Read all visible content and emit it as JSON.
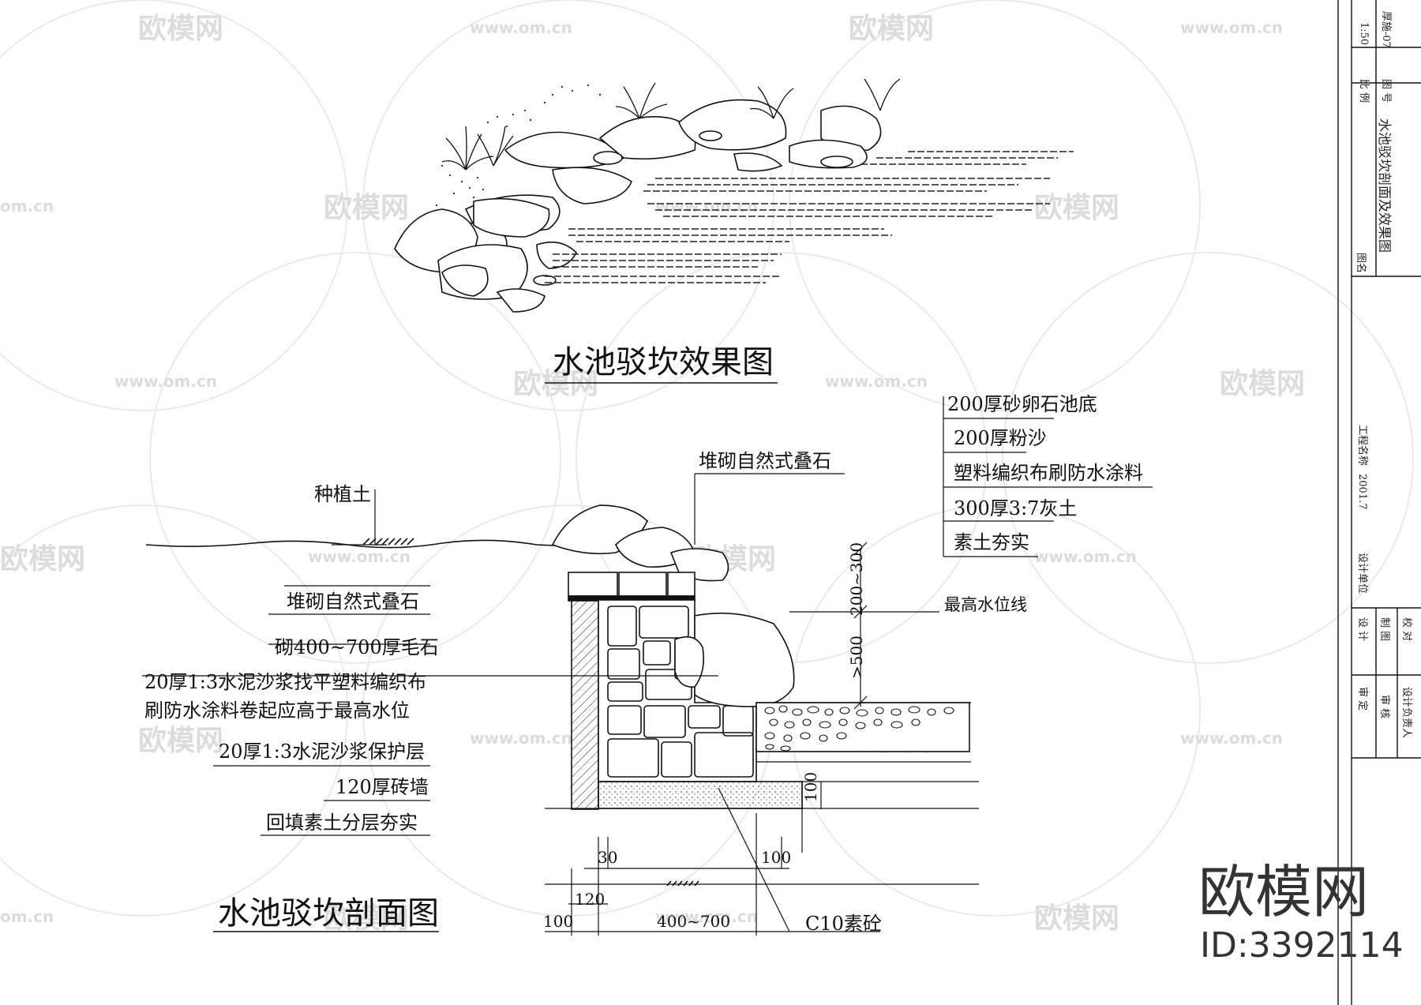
{
  "titles": {
    "effect_view": "水池驳坎效果图",
    "section_view": "水池驳坎剖面图"
  },
  "labels": {
    "planting_soil": "种植土",
    "stacked_stone_top": "堆砌自然式叠石",
    "stacked_stone_left": "堆砌自然式叠石",
    "rubble": "砌400~700厚毛石",
    "mortar_line1": "20厚1:3水泥沙浆找平塑料编织布",
    "mortar_line2": "刷防水涂料卷起应高于最高水位",
    "mortar_protect": "20厚1:3水泥沙浆保护层",
    "brick_wall": "120厚砖墙",
    "backfill": "回填素土分层夯实",
    "pool_bottom": "200厚砂卵石池底",
    "fine_sand": "200厚粉沙",
    "plastic_cloth": "塑料编织布刷防水涂料",
    "lime_soil": "300厚3:7灰土",
    "compacted_soil": "素土夯实",
    "max_water": "最高水位线",
    "c10": "C10素砼"
  },
  "dimensions": {
    "d_200_300": "200~300",
    "d_500": ">500",
    "d_100_right": "100",
    "d_30": "30",
    "d_100_bottom": "100",
    "d_120": "120",
    "d_100_left": "100",
    "d_400_700": "400~700"
  },
  "title_block": {
    "scale_label": "比 例",
    "scale_value": "1:50",
    "drawing_no_label": "图 号",
    "drawing_no_value": "厚施-07",
    "drawing_name_label": "图名",
    "drawing_name_value": "水池驳坎剖面及效果图",
    "project": "工程名称",
    "date": "2001.7",
    "design_unit": "设计单位",
    "design": "设 计",
    "draw": "制 图",
    "check": "校 对",
    "approve": "审 定",
    "review": "审 核",
    "leader": "设计负责人"
  },
  "watermark": {
    "brand": "欧模网",
    "url": "www.om.cn",
    "url_short": "om.cn",
    "id": "ID:3392114"
  }
}
